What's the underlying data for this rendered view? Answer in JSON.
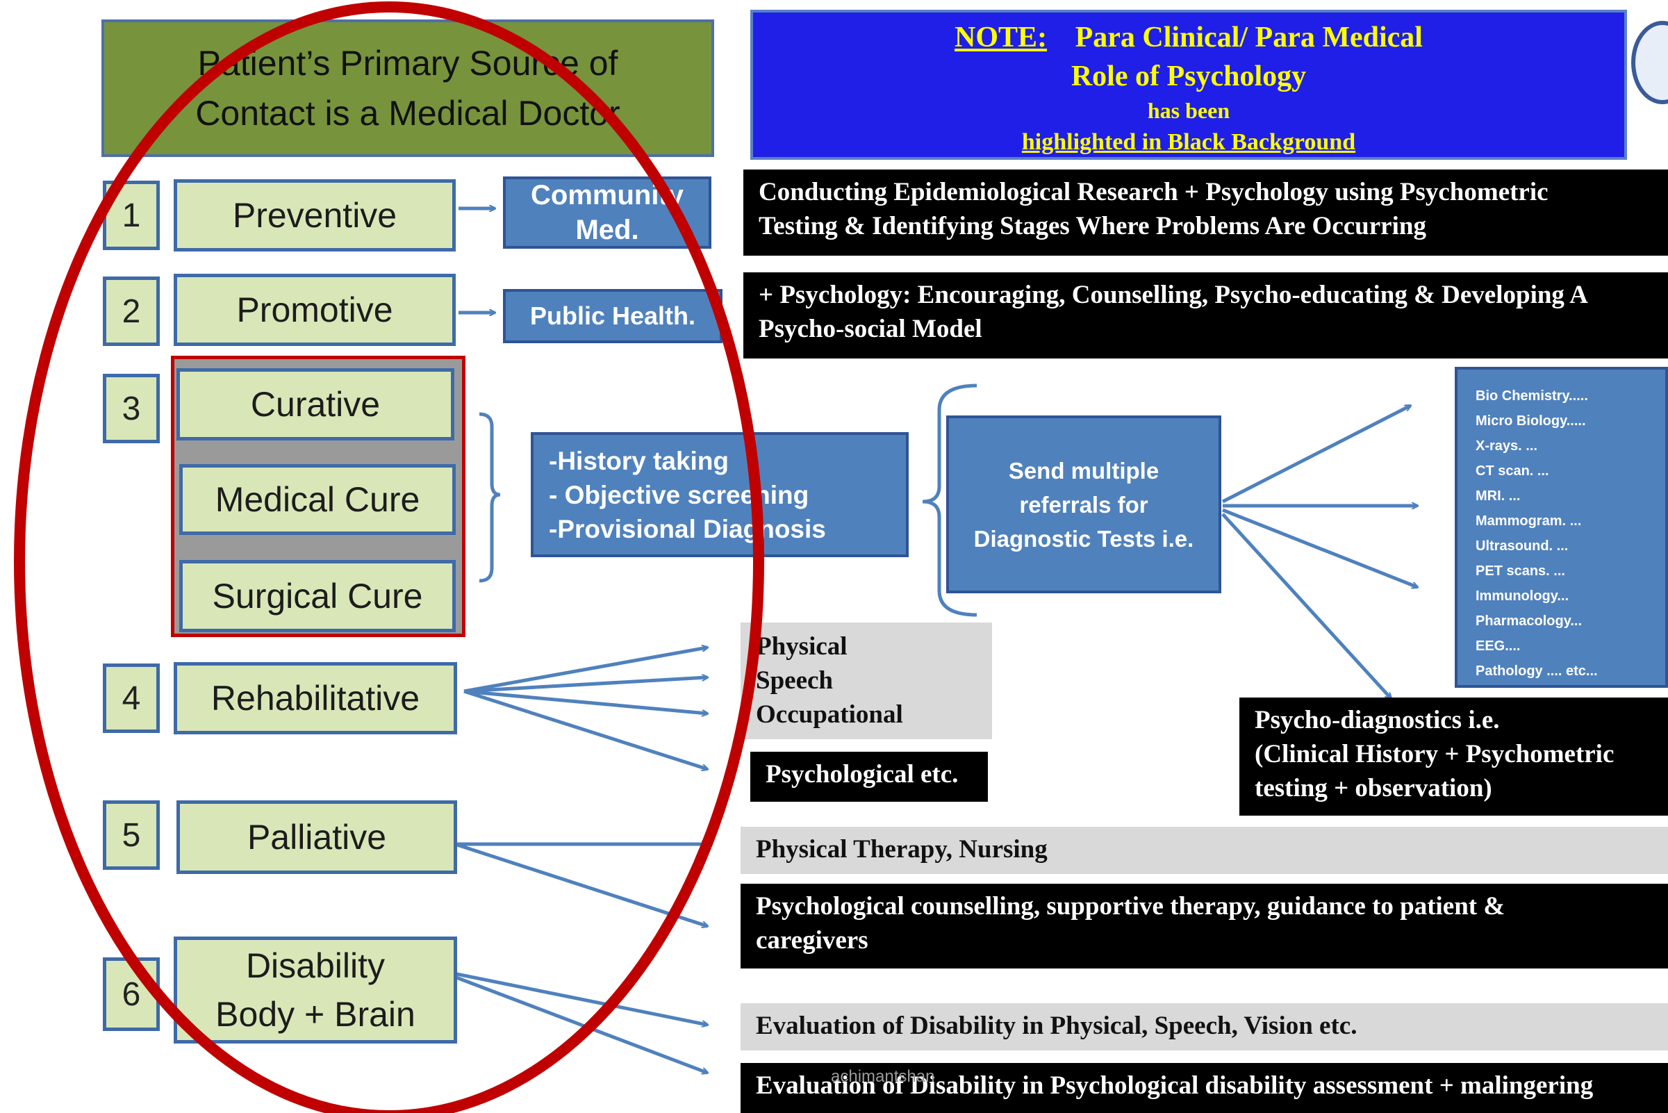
{
  "header": {
    "line1": "Patient’s Primary Source of",
    "line2": "Contact is a Medical Doctor"
  },
  "categories": [
    {
      "num": "1",
      "label": "Preventive"
    },
    {
      "num": "2",
      "label": "Promotive"
    },
    {
      "num": "3",
      "label": "Curative"
    },
    {
      "num": "4",
      "label": "Rehabilitative"
    },
    {
      "num": "5",
      "label": "Palliative"
    },
    {
      "num": "6",
      "label_line1": "Disability",
      "label_line2": "Body + Brain"
    }
  ],
  "cure_types": [
    "Medical Cure",
    "Surgical Cure"
  ],
  "community_med": {
    "line1": "Community",
    "line2": "Med."
  },
  "public_health": "Public  Health.",
  "history": [
    "-History taking",
    "- Objective screening",
    "-Provisional Diagnosis"
  ],
  "referrals": {
    "line1": "Send multiple",
    "line2": "referrals for",
    "line3": "Diagnostic Tests i.e."
  },
  "tests": [
    "Bio Chemistry.....",
    "Micro Biology.....",
    "X-rays. ...",
    "CT scan. ...",
    "MRI. ...",
    "Mammogram. ...",
    "Ultrasound. ...",
    "PET scans. ...",
    "Immunology...",
    "Pharmacology...",
    "EEG....",
    "Pathology .... etc..."
  ],
  "note": {
    "label": "NOTE:",
    "title_rest": "Para Clinical/ Para Medical",
    "line2": "Role of  Psychology",
    "line3": "has been",
    "line4": "highlighted in Black Background"
  },
  "psych": {
    "epidemiology": {
      "line1": "Conducting Epidemiological Research + Psychology using Psychometric",
      "line2": "Testing & Identifying Stages Where Problems Are Occurring"
    },
    "encouraging": {
      "line1": "+ Psychology: Encouraging, Counselling, Psycho-educating & Developing A",
      "line2": "Psycho-social Model"
    },
    "diagnostics": {
      "line1": "Psycho-diagnostics  i.e.",
      "line2": "(Clinical History + Psychometric",
      "line3": "testing + observation)"
    },
    "rehab": "Psychological etc.",
    "counselling": {
      "line1": "Psychological counselling, supportive therapy, guidance to patient &",
      "line2": "caregivers"
    },
    "disability": "Evaluation of Disability in Psychological disability assessment + malingering"
  },
  "paramedical": {
    "therapies": [
      "Physical",
      "Speech",
      "Occupational"
    ],
    "palliative": "Physical Therapy, Nursing",
    "disability": "Evaluation of Disability in Physical, Speech, Vision etc."
  },
  "watermark": "achimantshan",
  "colors": {
    "header_green": "#77933c",
    "category_fill": "#d9e7b8",
    "box_border_blue": "#3e6aa8",
    "box_blue": "#4f81bd",
    "note_blue": "#1f1fe8",
    "note_text": "#ffff00",
    "ellipse_red": "#c00000",
    "arrow_blue": "#4f81bd"
  }
}
